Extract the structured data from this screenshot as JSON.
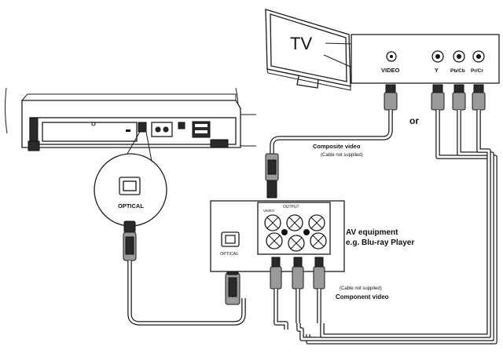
{
  "labels": {
    "tv": "TV",
    "video": "VIDEO",
    "y": "Y",
    "pb_cb": "Pb/Cb",
    "pr_cr": "Pr/Cr",
    "or": "or",
    "composite_video": "Composite video",
    "composite_cable_note": "(Cable not supplied)",
    "optical_large": "OPTICAL",
    "av_equipment_line1": "AV equipment",
    "av_equipment_line2": "e.g. Blu-ray Player",
    "optical_small": "OPTICAL",
    "video_small": "VIDEO",
    "output_small": "OUTPUT",
    "component_cable_note": "(Cable not supplied)",
    "component_video": "Component video"
  },
  "icons": {
    "tv": "tv-icon",
    "soundbar": "soundbar-icon",
    "av_device": "av-player-icon"
  }
}
